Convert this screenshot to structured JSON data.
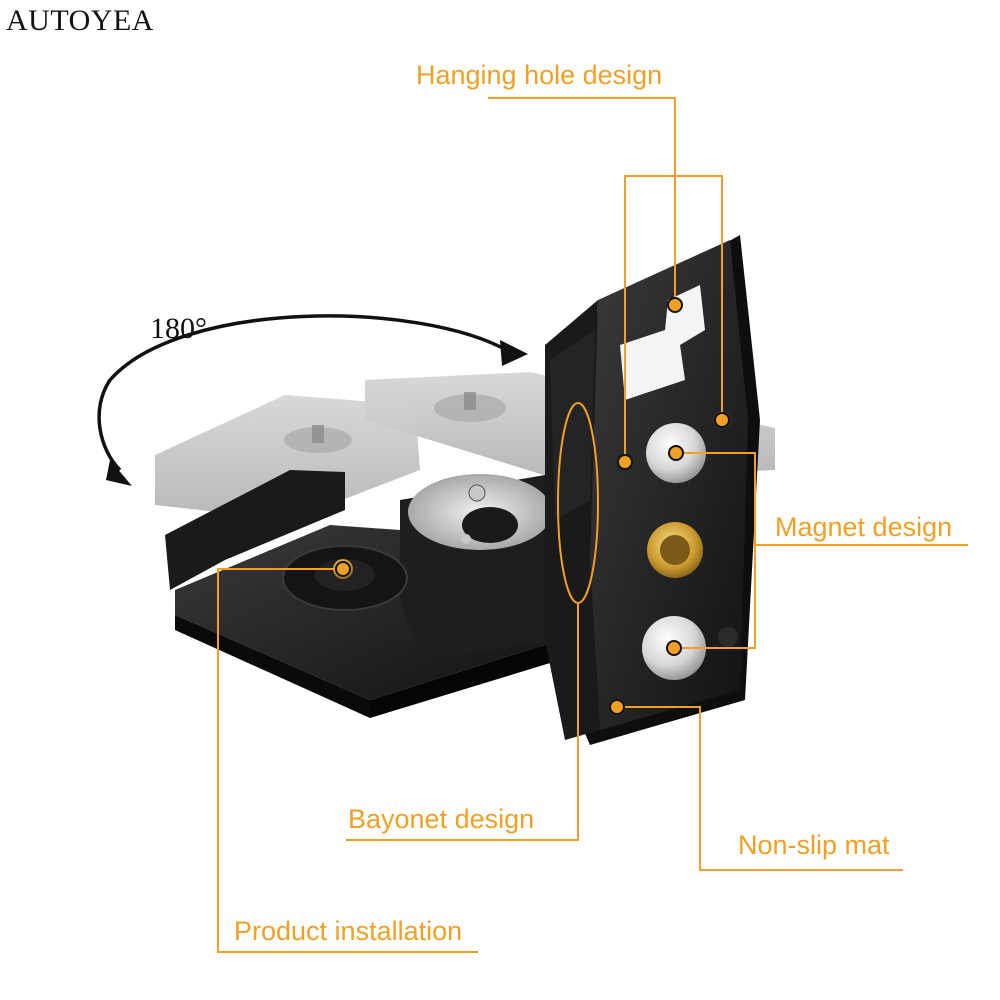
{
  "brand": "AUTOYEA",
  "rotation_label": "180°",
  "accent_color": "#f0a024",
  "callouts": {
    "hanging_hole": "Hanging hole design",
    "magnet": "Magnet design",
    "bayonet": "Bayonet design",
    "non_slip": "Non-slip mat",
    "installation": "Product installation"
  }
}
